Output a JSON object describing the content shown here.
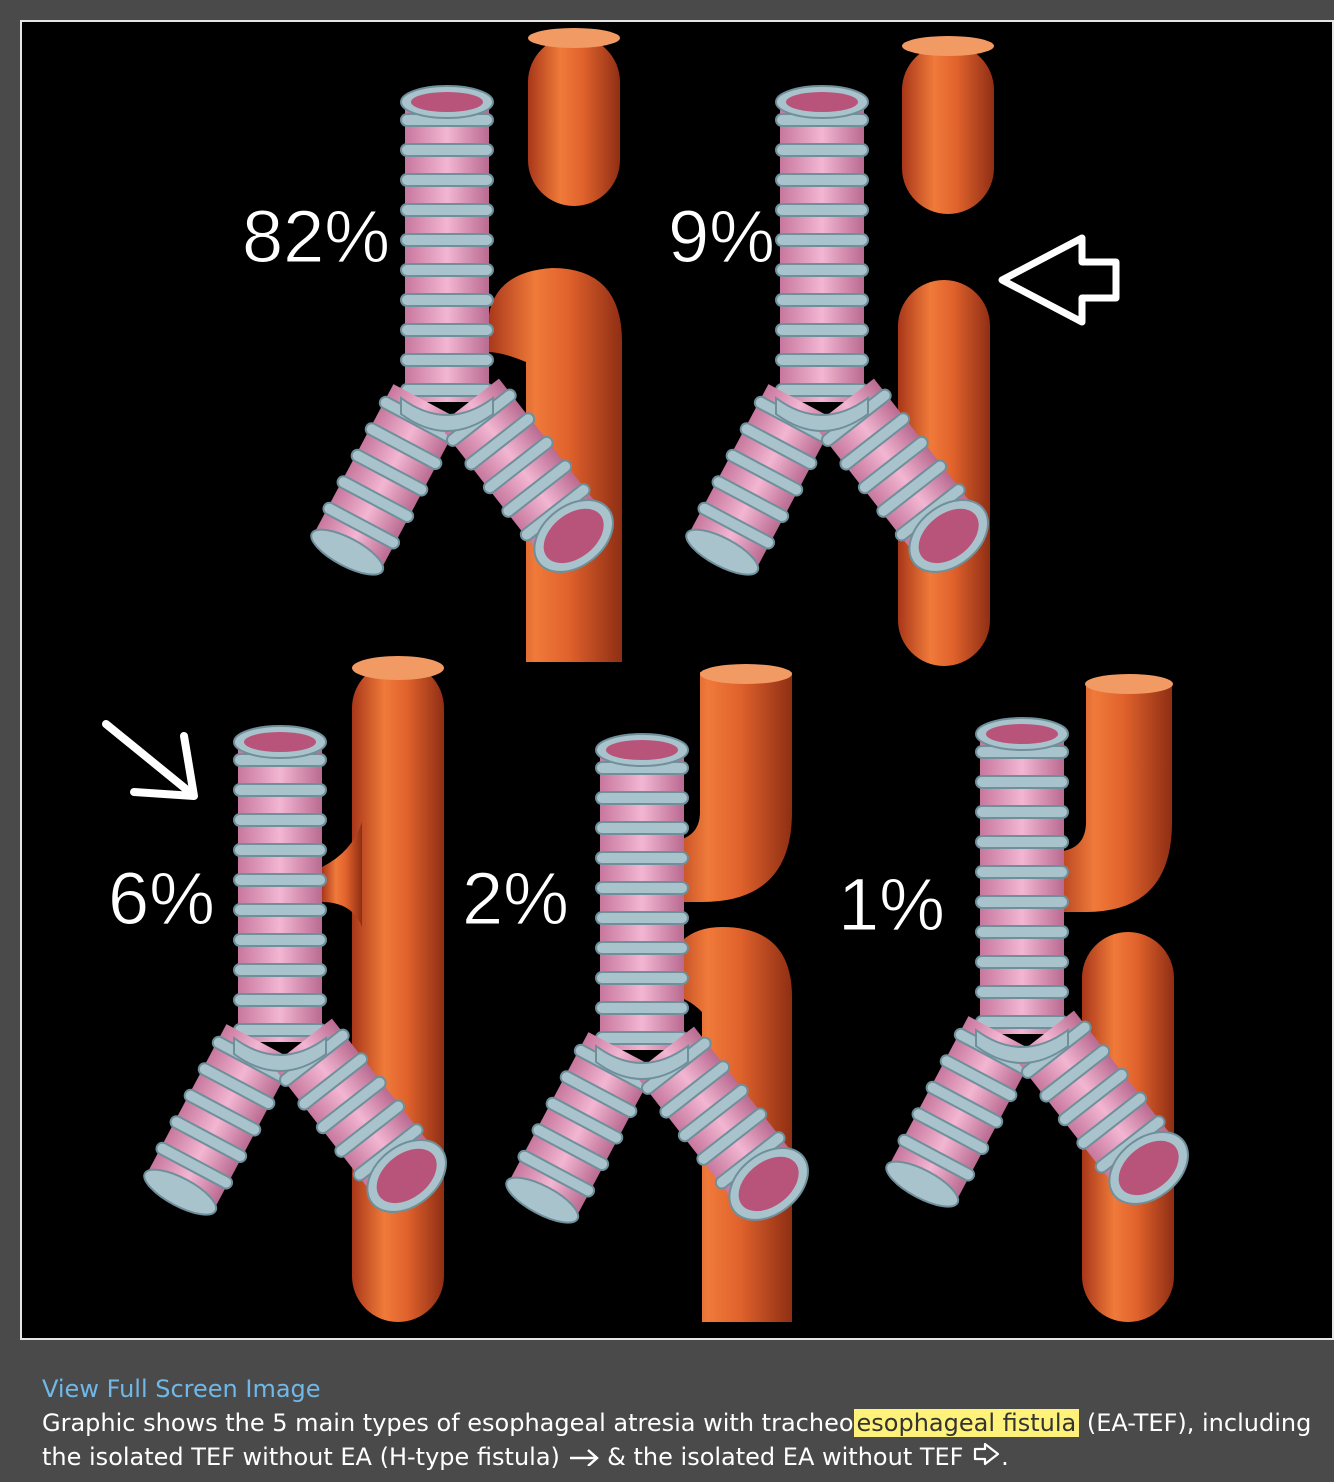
{
  "figure": {
    "labels": {
      "type_a": "82%",
      "type_b": "9%",
      "type_c": "6%",
      "type_d": "2%",
      "type_e": "1%"
    },
    "colors": {
      "background": "#000000",
      "esophagus": "#e0622c",
      "trachea_ring": "#a9c3cc",
      "trachea_tissue": "#e79cc0",
      "lumen": "#b8547a"
    },
    "icons": [
      "arrow-icon",
      "open-arrow-icon"
    ]
  },
  "caption": {
    "link": "View Full Screen Image",
    "text_before": "Graphic shows the 5 main types of esophageal atresia with tracheo",
    "highlight": "esophageal fistula",
    "text_after": " (EA-TEF), including the isolated TEF without EA (H-type fistula) ",
    "text_mid": " & the isolated EA without TEF ",
    "text_end": "."
  }
}
